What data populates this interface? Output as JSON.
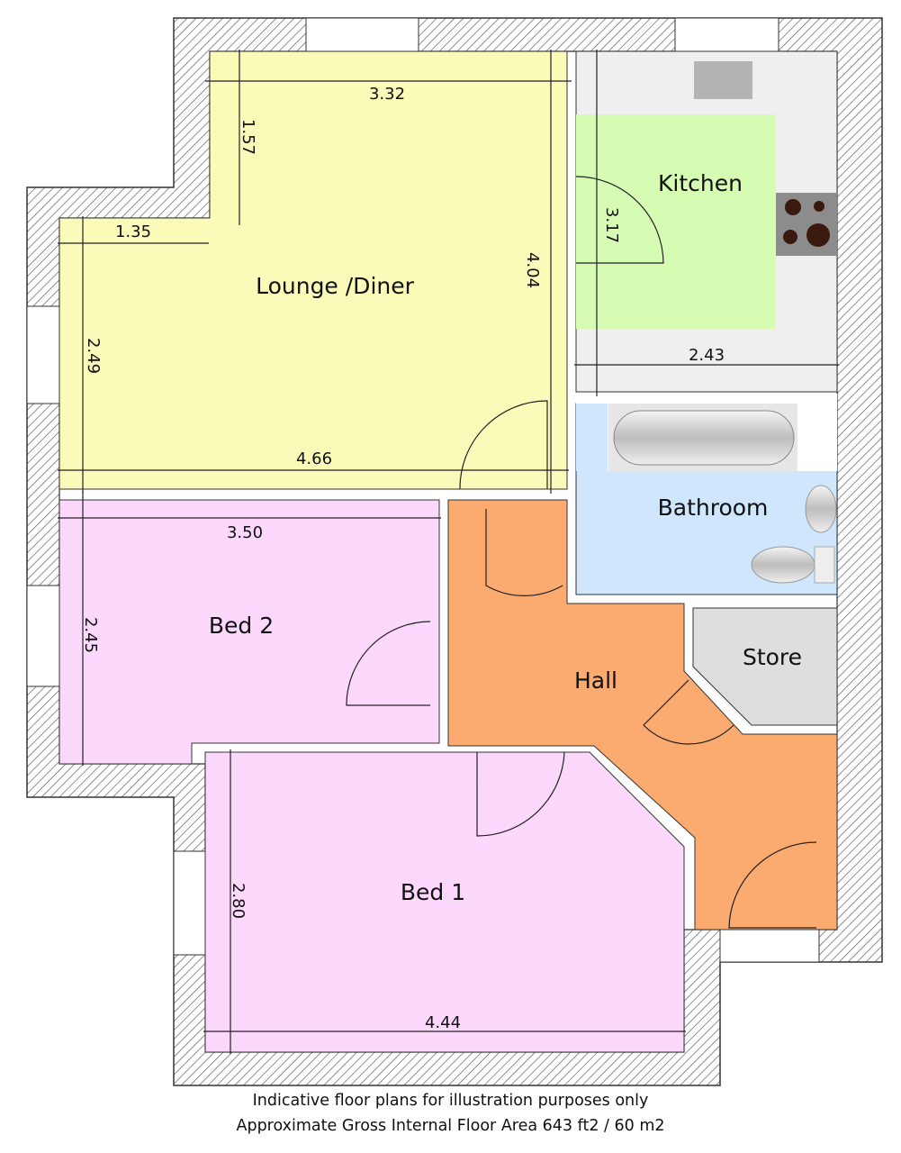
{
  "rooms": {
    "lounge": {
      "label": "Lounge /Diner",
      "color": "#fafab9"
    },
    "kitchen": {
      "label": "Kitchen",
      "color": "#d6fcb4"
    },
    "bathroom": {
      "label": "Bathroom",
      "color": "#cfe6fc"
    },
    "store": {
      "label": "Store",
      "color": "#dedede"
    },
    "hall": {
      "label": "Hall",
      "color": "#fbaa70"
    },
    "bed2": {
      "label": "Bed 2",
      "color": "#fcd9fc"
    },
    "bed1": {
      "label": "Bed 1",
      "color": "#fcd9fc"
    }
  },
  "dimensions": {
    "lounge_top": "3.32",
    "lounge_notch_v": "1.57",
    "lounge_notch_h": "1.35",
    "lounge_right": "4.04",
    "lounge_left": "2.49",
    "lounge_bottom": "4.66",
    "kitchen_v": "3.17",
    "kitchen_h": "2.43",
    "bed2_h": "3.50",
    "bed2_v": "2.45",
    "bed1_v": "2.80",
    "bed1_h": "4.44"
  },
  "footer": {
    "line1": "Indicative floor plans for illustration purposes only",
    "line2": "Approximate Gross Internal Floor Area 643 ft2 / 60 m2"
  }
}
